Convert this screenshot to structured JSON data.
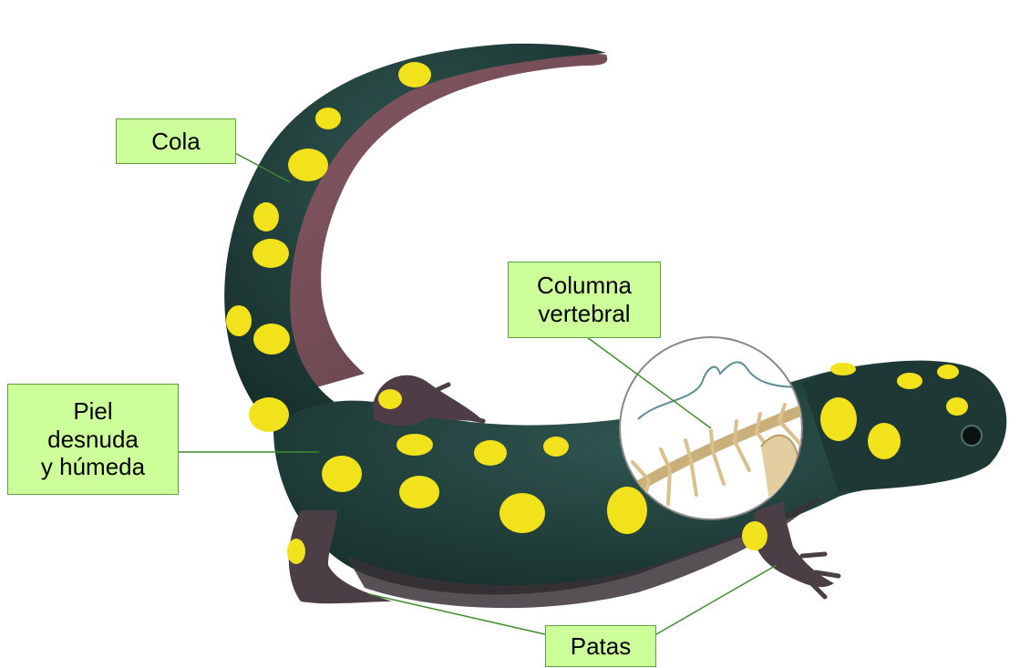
{
  "labels": {
    "cola": "Cola",
    "columna": [
      "Columna",
      "vertebral"
    ],
    "piel": [
      "Piel",
      "desnuda",
      "y húmeda"
    ],
    "patas": "Patas"
  },
  "colors": {
    "label_fill": "#ccff99",
    "label_border": "#5fa040",
    "leader_line": "#3f8a2c",
    "body_dark": "#1f3a36",
    "spots": "#f2e21c",
    "belly": "#6b4a55"
  },
  "icons": [
    "salamander-illustration",
    "spine-inset-magnifier"
  ]
}
